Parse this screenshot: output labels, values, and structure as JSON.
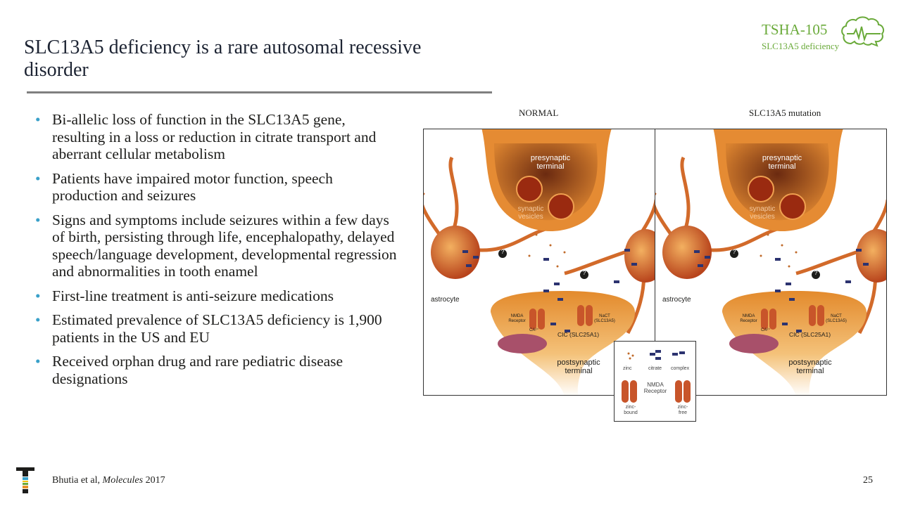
{
  "slide": {
    "title": "SLC13A5 deficiency is a rare autosomal recessive disorder",
    "page_number": "25"
  },
  "brand": {
    "name": "TSHA-105",
    "subtitle": "SLC13A5 deficiency",
    "color": "#6aaa3a"
  },
  "bullets": [
    "Bi-allelic loss of function in the SLC13A5 gene, resulting in a loss or reduction in citrate transport and aberrant cellular metabolism",
    "Patients have impaired motor function, speech production and seizures",
    "Signs and symptoms include seizures within a few days of birth, persisting through life, encephalopathy, delayed speech/language development, developmental regression and abnormalities in tooth enamel",
    "First-line treatment is anti-seizure medications",
    "Estimated prevalence of SLC13A5 deficiency is 1,900 patients in the US and EU",
    "Received orphan drug and rare pediatric disease designations"
  ],
  "figure": {
    "panels": [
      {
        "heading": "NORMAL"
      },
      {
        "heading": "SLC13A5 mutation"
      }
    ],
    "labels": {
      "presynaptic": "presynaptic terminal",
      "vesicles": "synaptic vesicles",
      "astrocyte": "astrocyte",
      "postsynaptic": "postsynaptic terminal",
      "nmda": "NMDA Receptor",
      "ca": "CA²⁺",
      "nact": "NaCT (SLC13A5)",
      "cic": "CIC (SLC25A1)",
      "question": "?"
    },
    "legend": {
      "zinc": "zinc",
      "citrate": "citrate",
      "complex": "complex",
      "nmda": "NMDA Receptor",
      "bound": "zinc-bound",
      "free": "zinc-free"
    }
  },
  "citation": {
    "authors": "Bhutia et al, ",
    "journal": "Molecules",
    "year": " 2017"
  }
}
